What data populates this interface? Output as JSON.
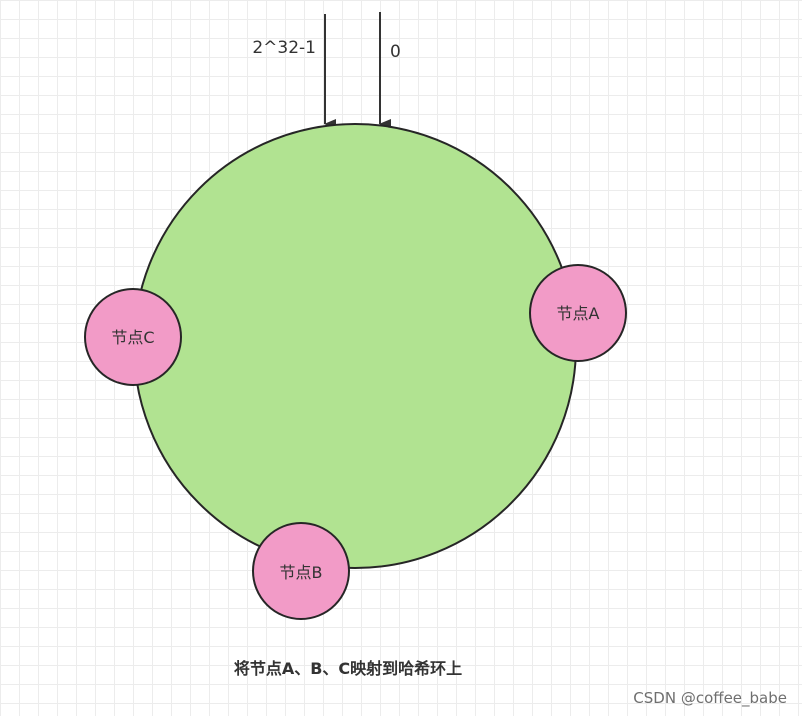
{
  "diagram": {
    "arrows": {
      "left_label": "2^32-1",
      "right_label": "0"
    },
    "nodes": {
      "a": {
        "label": "节点A"
      },
      "b": {
        "label": "节点B"
      },
      "c": {
        "label": "节点C"
      }
    },
    "caption": "将节点A、B、C映射到哈希环上"
  },
  "watermark": "CSDN @coffee_babe",
  "colors": {
    "ring_fill": "#b1e391",
    "node_fill": "#f29bc7",
    "stroke": "#262626"
  }
}
